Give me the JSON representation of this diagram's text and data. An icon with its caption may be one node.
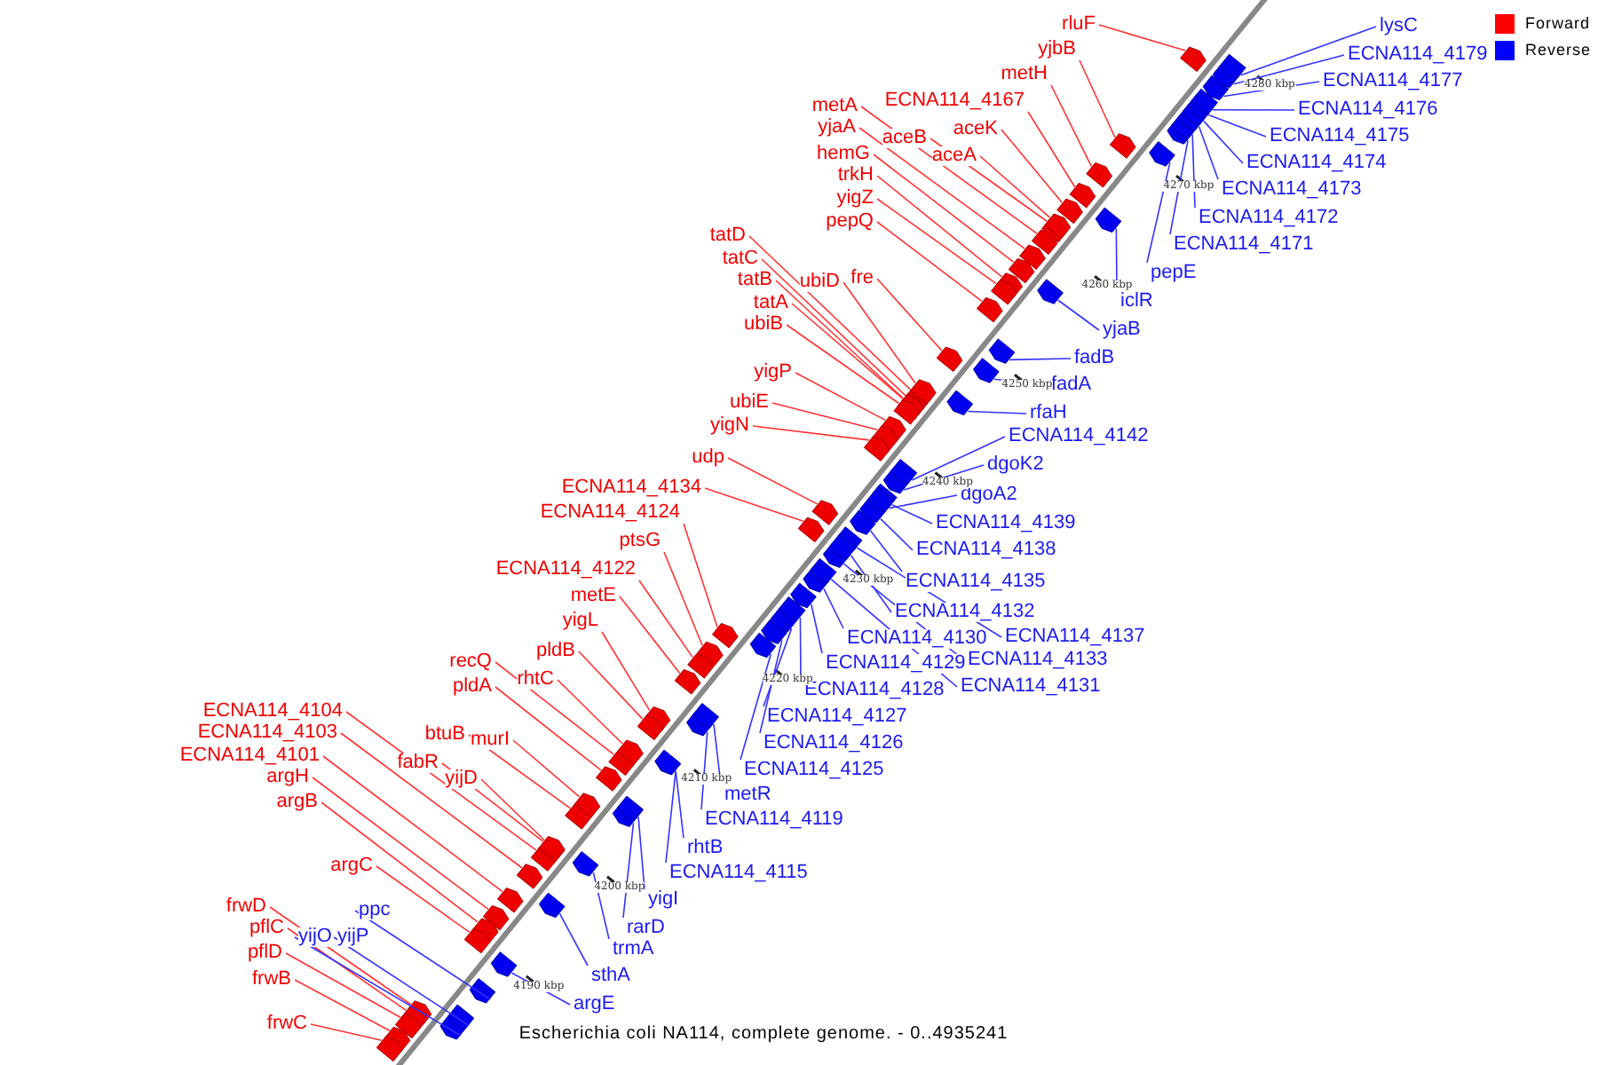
{
  "diagram": {
    "caption": "Escherichia coli NA114, complete genome. - 0..4935241",
    "nodes": [
      {
        "text": [
          "rluF"
        ]
      },
      {
        "text": [
          "yjbB"
        ]
      },
      {
        "text": [
          "metH"
        ]
      },
      {
        "text": [
          "ECNA114_4167"
        ]
      },
      {
        "text": [
          "metA"
        ]
      },
      {
        "text": [
          "aceK"
        ]
      },
      {
        "text": [
          "yjaA"
        ]
      },
      {
        "text": [
          "aceB"
        ]
      },
      {
        "text": [
          "hemG"
        ]
      },
      {
        "text": [
          "aceA"
        ]
      },
      {
        "text": [
          "trkH"
        ]
      },
      {
        "text": [
          "yigZ"
        ]
      },
      {
        "text": [
          "pepQ"
        ]
      },
      {
        "text": [
          "tatD"
        ]
      },
      {
        "text": [
          "tatC"
        ]
      },
      {
        "text": [
          "tatB"
        ]
      },
      {
        "text": [
          "ubiD"
        ]
      },
      {
        "text": [
          "fre"
        ]
      },
      {
        "text": [
          "tatA"
        ]
      },
      {
        "text": [
          "ubiB"
        ]
      },
      {
        "text": [
          "yigP"
        ]
      },
      {
        "text": [
          "ubiE"
        ]
      },
      {
        "text": [
          "yigN"
        ]
      },
      {
        "text": [
          "udp"
        ]
      },
      {
        "text": [
          "ECNA114_4134"
        ]
      },
      {
        "text": [
          "ECNA114_4124"
        ]
      },
      {
        "text": [
          "ptsG"
        ]
      },
      {
        "text": [
          "ECNA114_4122"
        ]
      },
      {
        "text": [
          "metE"
        ]
      },
      {
        "text": [
          "yigL"
        ]
      },
      {
        "text": [
          "pldB"
        ]
      },
      {
        "text": [
          "recQ"
        ]
      },
      {
        "text": [
          "rhtC"
        ]
      },
      {
        "text": [
          "pldA"
        ]
      },
      {
        "text": [
          "ECNA114_4104"
        ]
      },
      {
        "text": [
          "ECNA114_4103"
        ]
      },
      {
        "text": [
          "btuB"
        ]
      },
      {
        "text": [
          "murI"
        ]
      },
      {
        "text": [
          "fabR"
        ]
      },
      {
        "text": [
          "ECNA114_4101"
        ]
      },
      {
        "text": [
          "yijD"
        ]
      },
      {
        "text": [
          "argH"
        ]
      },
      {
        "text": [
          "argB"
        ]
      },
      {
        "text": [
          "argC"
        ]
      },
      {
        "text": [
          "frwD"
        ]
      },
      {
        "text": [
          "pflC"
        ]
      },
      {
        "text": [
          "pflD"
        ]
      },
      {
        "text": [
          "frwB"
        ]
      },
      {
        "text": [
          "frwC"
        ]
      },
      {
        "text": [
          "ppc"
        ]
      },
      {
        "text": [
          "yijO"
        ]
      },
      {
        "text": [
          "yijP"
        ]
      },
      {
        "text": [
          "argE"
        ]
      },
      {
        "text": [
          "sthA"
        ]
      },
      {
        "text": [
          "trmA"
        ]
      },
      {
        "text": [
          "rarD"
        ]
      },
      {
        "text": [
          "yigI"
        ]
      },
      {
        "text": [
          "ECNA114_4115"
        ]
      },
      {
        "text": [
          "rhtB"
        ]
      },
      {
        "text": [
          "ECNA114_4119"
        ]
      },
      {
        "text": [
          "metR"
        ]
      },
      {
        "text": [
          "ECNA114_4125"
        ]
      },
      {
        "text": [
          "ECNA114_4126"
        ]
      },
      {
        "text": [
          "ECNA114_4127"
        ]
      },
      {
        "text": [
          "ECNA114_4128"
        ]
      },
      {
        "text": [
          "ECNA114_4129"
        ]
      },
      {
        "text": [
          "ECNA114_4130"
        ]
      },
      {
        "text": [
          "ECNA114_4131"
        ]
      },
      {
        "text": [
          "ECNA114_4133"
        ]
      },
      {
        "text": [
          "ECNA114_4137"
        ]
      },
      {
        "text": [
          "ECNA114_4132"
        ]
      },
      {
        "text": [
          "ECNA114_4135"
        ]
      },
      {
        "text": [
          "ECNA114_4138"
        ]
      },
      {
        "text": [
          "ECNA114_4139"
        ]
      },
      {
        "text": [
          "dgoA2"
        ]
      },
      {
        "text": [
          "dgoK2"
        ]
      },
      {
        "text": [
          "ECNA114_4142"
        ]
      },
      {
        "text": [
          "rfaH"
        ]
      },
      {
        "text": [
          "fadA"
        ]
      },
      {
        "text": [
          "fadB"
        ]
      },
      {
        "text": [
          "yjaB"
        ]
      },
      {
        "text": [
          "iclR"
        ]
      },
      {
        "text": [
          "pepE"
        ]
      },
      {
        "text": [
          "ECNA114_4171"
        ]
      },
      {
        "text": [
          "ECNA114_4172"
        ]
      },
      {
        "text": [
          "ECNA114_4173"
        ]
      },
      {
        "text": [
          "ECNA114_4174"
        ]
      },
      {
        "text": [
          "ECNA114_4175"
        ]
      },
      {
        "text": [
          "ECNA114_4176"
        ]
      },
      {
        "text": [
          "ECNA114_4177"
        ]
      },
      {
        "text": [
          "ECNA114_4179"
        ]
      },
      {
        "text": [
          "lysC"
        ]
      },
      {
        "text": [],
        "shape": "box"
      },
      {
        "text": [],
        "shape": "box"
      },
      {
        "text": [],
        "shape": "box"
      },
      {
        "text": [],
        "shape": "box"
      },
      {
        "text": [],
        "shape": "box"
      },
      {
        "text": [],
        "shape": "box"
      },
      {
        "text": [],
        "shape": "box"
      },
      {
        "text": [],
        "shape": "box"
      },
      {
        "text": [],
        "shape": "box"
      },
      {
        "text": [],
        "shape": "box"
      },
      {
        "text": [],
        "shape": "box"
      },
      {
        "text": [],
        "shape": "box"
      },
      {
        "text": [],
        "shape": "box"
      },
      {
        "text": [],
        "shape": "box"
      },
      {
        "text": [],
        "shape": "box"
      },
      {
        "text": [],
        "shape": "box"
      },
      {
        "text": [],
        "shape": "box"
      },
      {
        "text": [],
        "shape": "box"
      },
      {
        "text": [],
        "shape": "box"
      },
      {
        "text": [],
        "shape": "box"
      },
      {
        "text": [],
        "shape": "box"
      },
      {
        "text": [],
        "shape": "box"
      },
      {
        "text": [],
        "shape": "box"
      },
      {
        "text": [],
        "shape": "box"
      },
      {
        "text": [],
        "shape": "box"
      },
      {
        "text": [],
        "shape": "box"
      },
      {
        "text": [],
        "shape": "box"
      },
      {
        "text": [],
        "shape": "box"
      },
      {
        "text": [],
        "shape": "box"
      },
      {
        "text": [],
        "shape": "box"
      },
      {
        "text": [],
        "shape": "box"
      },
      {
        "text": [],
        "shape": "box"
      },
      {
        "text": [],
        "shape": "box"
      },
      {
        "text": [],
        "shape": "box"
      },
      {
        "text": [],
        "shape": "box"
      },
      {
        "text": [],
        "shape": "box"
      },
      {
        "text": [],
        "shape": "box"
      },
      {
        "text": [],
        "shape": "box"
      },
      {
        "text": [],
        "shape": "box"
      },
      {
        "text": [],
        "shape": "box"
      },
      {
        "text": [],
        "shape": "box"
      },
      {
        "text": [],
        "shape": "box"
      },
      {
        "text": [],
        "shape": "box"
      },
      {
        "text": [],
        "shape": "box"
      },
      {
        "text": [],
        "shape": "box"
      },
      {
        "text": [],
        "shape": "box"
      },
      {
        "text": [],
        "shape": "box"
      },
      {
        "text": [],
        "shape": "box"
      },
      {
        "text": [],
        "shape": "box"
      },
      {
        "text": [],
        "shape": "box"
      },
      {
        "text": [],
        "shape": "box"
      },
      {
        "text": [],
        "shape": "box"
      },
      {
        "text": [],
        "shape": "box"
      },
      {
        "text": [],
        "shape": "box"
      },
      {
        "text": [],
        "shape": "box"
      },
      {
        "text": [],
        "shape": "box"
      },
      {
        "text": [],
        "shape": "box"
      },
      {
        "text": [],
        "shape": "box"
      },
      {
        "text": [],
        "shape": "box"
      },
      {
        "text": [],
        "shape": "box"
      },
      {
        "text": [],
        "shape": "box"
      },
      {
        "text": [],
        "shape": "box"
      },
      {
        "text": [],
        "shape": "box"
      },
      {
        "text": [],
        "shape": "box"
      },
      {
        "text": [],
        "shape": "box"
      },
      {
        "text": [],
        "shape": "box"
      },
      {
        "text": [],
        "shape": "box"
      },
      {
        "text": [],
        "shape": "box"
      },
      {
        "text": [],
        "shape": "box"
      },
      {
        "text": [],
        "shape": "box"
      },
      {
        "text": [],
        "shape": "box"
      },
      {
        "text": [],
        "shape": "box"
      },
      {
        "text": [],
        "shape": "box"
      },
      {
        "text": [],
        "shape": "box"
      },
      {
        "text": [],
        "shape": "box"
      },
      {
        "text": [],
        "shape": "box"
      },
      {
        "text": [],
        "shape": "box"
      },
      {
        "text": [],
        "shape": "box"
      },
      {
        "text": [],
        "shape": "box"
      },
      {
        "text": [],
        "shape": "box"
      },
      {
        "text": [],
        "shape": "box"
      },
      {
        "text": [],
        "shape": "box"
      },
      {
        "text": [],
        "shape": "box"
      },
      {
        "text": [],
        "shape": "box"
      },
      {
        "text": [],
        "shape": "box"
      },
      {
        "text": [],
        "shape": "box"
      },
      {
        "text": [],
        "shape": "box"
      },
      {
        "text": [],
        "shape": "box"
      },
      {
        "text": [],
        "shape": "box"
      },
      {
        "text": [],
        "shape": "box"
      },
      {
        "text": [],
        "shape": "box"
      },
      {
        "text": [],
        "shape": "box"
      }
    ],
    "edges": [
      {
        "from": 0,
        "to": 92,
        "arrow": "none"
      },
      {
        "from": 1,
        "to": 93,
        "arrow": "none"
      },
      {
        "from": 2,
        "to": 94,
        "arrow": "none"
      },
      {
        "from": 3,
        "to": 95,
        "arrow": "none"
      },
      {
        "from": 4,
        "to": 96,
        "arrow": "none"
      },
      {
        "from": 5,
        "to": 97,
        "arrow": "none"
      },
      {
        "from": 6,
        "to": 98,
        "arrow": "none"
      },
      {
        "from": 7,
        "to": 99,
        "arrow": "none"
      },
      {
        "from": 8,
        "to": 100,
        "arrow": "none"
      },
      {
        "from": 9,
        "to": 101,
        "arrow": "none"
      },
      {
        "from": 10,
        "to": 102,
        "arrow": "none"
      },
      {
        "from": 11,
        "to": 103,
        "arrow": "none"
      },
      {
        "from": 12,
        "to": 104,
        "arrow": "none"
      },
      {
        "from": 13,
        "to": 105,
        "arrow": "none"
      },
      {
        "from": 14,
        "to": 106,
        "arrow": "none"
      },
      {
        "from": 15,
        "to": 107,
        "arrow": "none"
      },
      {
        "from": 16,
        "to": 108,
        "arrow": "none"
      },
      {
        "from": 17,
        "to": 109,
        "arrow": "none"
      },
      {
        "from": 18,
        "to": 110,
        "arrow": "none"
      },
      {
        "from": 19,
        "to": 111,
        "arrow": "none"
      },
      {
        "from": 20,
        "to": 112,
        "arrow": "none"
      },
      {
        "from": 21,
        "to": 113,
        "arrow": "none"
      },
      {
        "from": 22,
        "to": 114,
        "arrow": "none"
      },
      {
        "from": 23,
        "to": 115,
        "arrow": "none"
      },
      {
        "from": 24,
        "to": 116,
        "arrow": "none"
      },
      {
        "from": 25,
        "to": 117,
        "arrow": "none"
      },
      {
        "from": 26,
        "to": 118,
        "arrow": "none"
      },
      {
        "from": 27,
        "to": 119,
        "arrow": "none"
      },
      {
        "from": 28,
        "to": 120,
        "arrow": "none"
      },
      {
        "from": 29,
        "to": 121,
        "arrow": "none"
      },
      {
        "from": 30,
        "to": 122,
        "arrow": "none"
      },
      {
        "from": 31,
        "to": 123,
        "arrow": "none"
      },
      {
        "from": 32,
        "to": 124,
        "arrow": "none"
      },
      {
        "from": 33,
        "to": 125,
        "arrow": "none"
      },
      {
        "from": 34,
        "to": 126,
        "arrow": "none"
      },
      {
        "from": 35,
        "to": 127,
        "arrow": "none"
      },
      {
        "from": 36,
        "to": 128,
        "arrow": "none"
      },
      {
        "from": 37,
        "to": 129,
        "arrow": "none"
      },
      {
        "from": 38,
        "to": 130,
        "arrow": "none"
      },
      {
        "from": 39,
        "to": 131,
        "arrow": "none"
      },
      {
        "from": 40,
        "to": 132,
        "arrow": "none"
      },
      {
        "from": 41,
        "to": 133,
        "arrow": "none"
      },
      {
        "from": 42,
        "to": 134,
        "arrow": "none"
      },
      {
        "from": 43,
        "to": 135,
        "arrow": "none"
      },
      {
        "from": 44,
        "to": 136,
        "arrow": "none"
      },
      {
        "from": 45,
        "to": 137,
        "arrow": "none"
      },
      {
        "from": 46,
        "to": 138,
        "arrow": "none"
      },
      {
        "from": 47,
        "to": 139,
        "arrow": "none"
      },
      {
        "from": 48,
        "to": 140,
        "arrow": "none"
      },
      {
        "from": 49,
        "to": 141,
        "arrow": "none",
        "color": "#3333ff"
      },
      {
        "from": 50,
        "to": 142,
        "arrow": "none",
        "color": "#3333ff"
      },
      {
        "from": 51,
        "to": 143,
        "arrow": "none",
        "color": "#3333ff"
      },
      {
        "from": 52,
        "to": 144,
        "arrow": "none",
        "color": "#3333ff"
      },
      {
        "from": 53,
        "to": 145,
        "arrow": "none",
        "color": "#3333ff"
      },
      {
        "from": 54,
        "to": 146,
        "arrow": "none",
        "color": "#3333ff"
      },
      {
        "from": 55,
        "to": 147,
        "arrow": "none",
        "color": "#3333ff"
      },
      {
        "from": 56,
        "to": 148,
        "arrow": "none",
        "color": "#3333ff"
      },
      {
        "from": 57,
        "to": 149,
        "arrow": "none",
        "color": "#3333ff"
      },
      {
        "from": 58,
        "to": 150,
        "arrow": "none",
        "color": "#3333ff"
      },
      {
        "from": 59,
        "to": 151,
        "arrow": "none",
        "color": "#3333ff"
      },
      {
        "from": 60,
        "to": 152,
        "arrow": "none",
        "color": "#3333ff"
      },
      {
        "from": 61,
        "to": 153,
        "arrow": "none",
        "color": "#3333ff"
      },
      {
        "from": 62,
        "to": 154,
        "arrow": "none",
        "color": "#3333ff"
      },
      {
        "from": 63,
        "to": 155,
        "arrow": "none",
        "color": "#3333ff"
      },
      {
        "from": 64,
        "to": 156,
        "arrow": "none",
        "color": "#3333ff"
      },
      {
        "from": 65,
        "to": 157,
        "arrow": "none",
        "color": "#3333ff"
      },
      {
        "from": 66,
        "to": 158,
        "arrow": "none",
        "color": "#3333ff"
      },
      {
        "from": 67,
        "to": 159,
        "arrow": "none",
        "color": "#3333ff"
      },
      {
        "from": 68,
        "to": 160,
        "arrow": "none",
        "color": "#3333ff"
      },
      {
        "from": 69,
        "to": 161,
        "arrow": "none",
        "color": "#3333ff"
      },
      {
        "from": 70,
        "to": 162,
        "arrow": "none",
        "color": "#3333ff"
      },
      {
        "from": 71,
        "to": 163,
        "arrow": "none",
        "color": "#3333ff"
      },
      {
        "from": 72,
        "to": 164,
        "arrow": "none",
        "color": "#3333ff"
      },
      {
        "from": 73,
        "to": 165,
        "arrow": "none",
        "color": "#3333ff"
      },
      {
        "from": 74,
        "to": 166,
        "arrow": "none",
        "color": "#3333ff"
      },
      {
        "from": 75,
        "to": 167,
        "arrow": "none",
        "color": "#3333ff"
      },
      {
        "from": 76,
        "to": 168,
        "arrow": "none",
        "color": "#3333ff"
      },
      {
        "from": 77,
        "to": 169,
        "arrow": "none",
        "color": "#3333ff"
      },
      {
        "from": 78,
        "to": 170,
        "arrow": "none",
        "color": "#3333ff"
      },
      {
        "from": 79,
        "to": 171,
        "arrow": "none",
        "color": "#3333ff"
      },
      {
        "from": 80,
        "to": 172,
        "arrow": "none",
        "color": "#3333ff"
      },
      {
        "from": 81,
        "to": 173,
        "arrow": "none",
        "color": "#3333ff"
      },
      {
        "from": 82,
        "to": 174,
        "arrow": "none",
        "color": "#3333ff"
      },
      {
        "from": 83,
        "to": 175,
        "arrow": "none",
        "color": "#3333ff"
      },
      {
        "from": 84,
        "to": 176,
        "arrow": "none",
        "color": "#3333ff"
      },
      {
        "from": 85,
        "to": 177,
        "arrow": "none",
        "color": "#3333ff"
      },
      {
        "from": 86,
        "to": 178,
        "arrow": "none",
        "color": "#3333ff"
      },
      {
        "from": 87,
        "to": 179,
        "arrow": "none",
        "color": "#3333ff"
      },
      {
        "from": 88,
        "to": 180,
        "arrow": "none",
        "color": "#3333ff"
      },
      {
        "from": 89,
        "to": 181,
        "arrow": "none",
        "color": "#3333ff"
      },
      {
        "from": 90,
        "to": 182,
        "arrow": "none",
        "color": "#3333ff"
      },
      {
        "from": 91,
        "to": 183,
        "arrow": "none",
        "color": "#3333ff"
      }
    ],
    "labels": [
      "4190 kbp",
      "4200 kbp",
      "4210 kbp",
      "4220 kbp",
      "4230 kbp",
      "4240 kbp",
      "4250 kbp",
      "4260 kbp",
      "4270 kbp",
      "4280 kbp"
    ],
    "legend": [
      {
        "text": "Forward",
        "color": "#ff0000"
      },
      {
        "text": "Reverse",
        "color": "#0000ff"
      }
    ]
  }
}
